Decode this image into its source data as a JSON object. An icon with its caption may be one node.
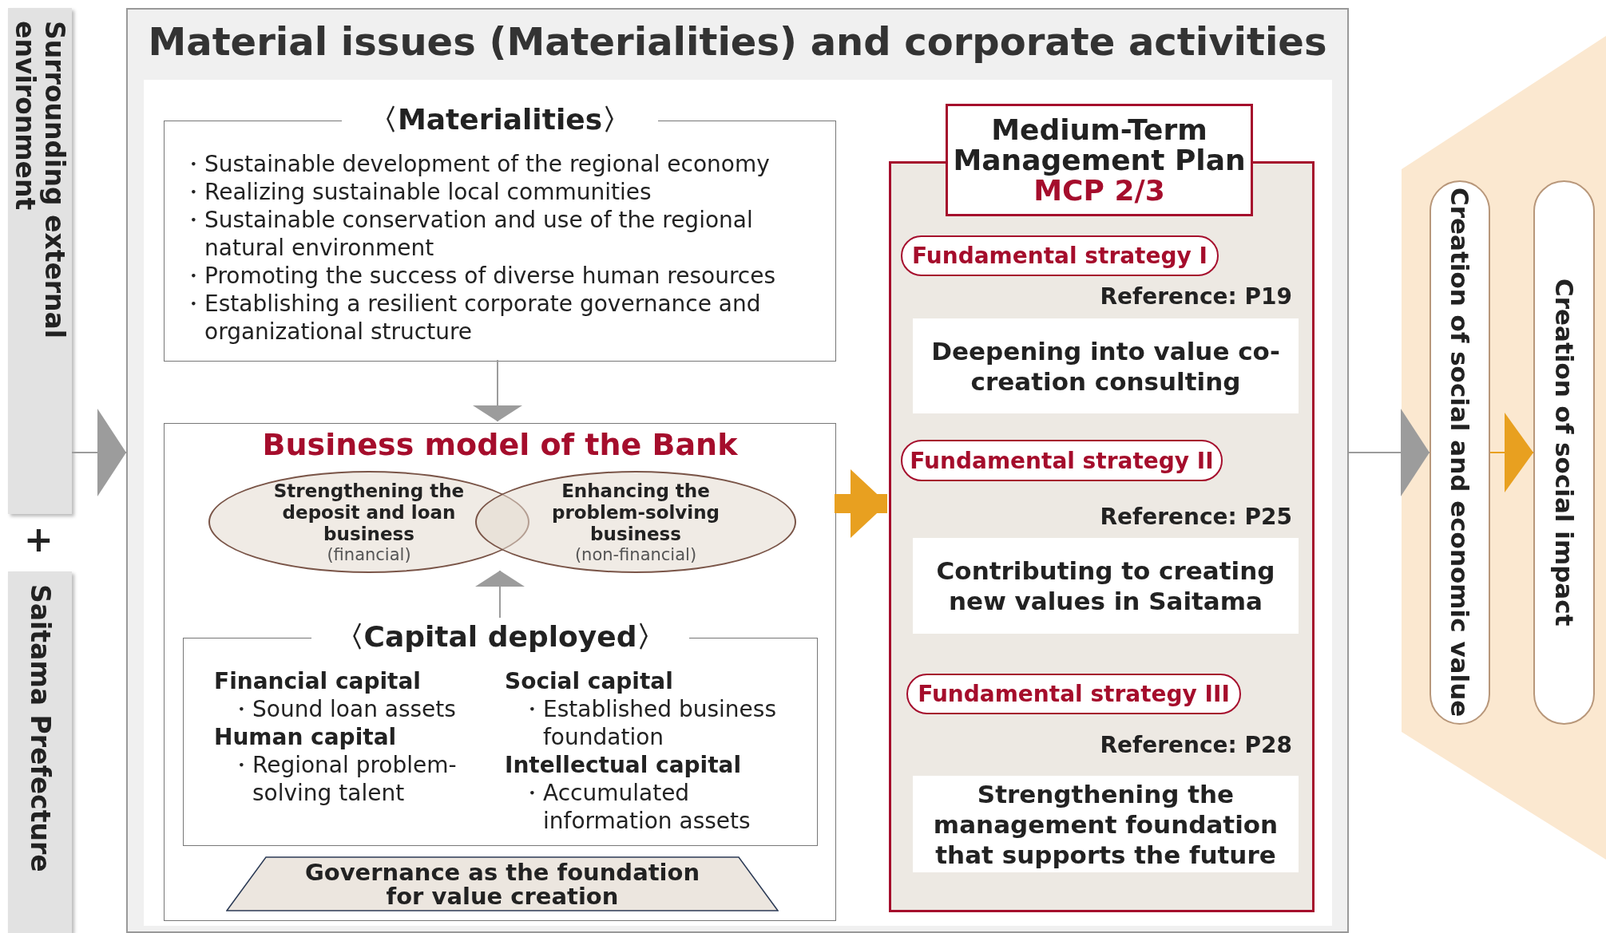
{
  "diagram": {
    "nodes": [
      {
        "text": [
          "Surrounding external environment"
        ]
      },
      {
        "text": [
          "Saitama Prefecture"
        ]
      },
      {
        "text": [
          "Material issues (Materialities) and corporate activities"
        ]
      },
      {
        "text": [
          "〈Materialities〉",
          "・Sustainable development of the regional economy",
          "・Realizing sustainable local communities",
          "・Sustainable conservation and use of the regional natural environment",
          "・Promoting the success of diverse human resources",
          "・Establishing a resilient corporate governance and organizational structure"
        ],
        "in": 2
      },
      {
        "text": [
          "Business model of the Bank"
        ],
        "in": 2
      },
      {
        "text": [
          "Strengthening the deposit and loan business",
          "(financial)"
        ],
        "in": 4
      },
      {
        "text": [
          "Enhancing the problem-solving business",
          "(non-financial)"
        ],
        "in": 4
      },
      {
        "text": [
          "〈Capital deployed〉",
          "Financial capital",
          "・Sound loan assets",
          "Human capital",
          "・Regional problem-solving talent",
          "Social capital",
          "・Established business foundation",
          "Intellectual capital",
          "・Accumulated information assets"
        ],
        "in": 4
      },
      {
        "text": [
          "Governance as the foundation for value creation"
        ],
        "in": 4
      },
      {
        "text": [
          "Medium-Term Management Plan",
          "MCP 2/3"
        ],
        "in": 2
      },
      {
        "text": [
          "Fundamental strategy I"
        ],
        "in": 9
      },
      {
        "text": [
          "Deepening into value co-creation consulting"
        ],
        "in": 9,
        "beside": [
          "Reference: P19"
        ]
      },
      {
        "text": [
          "Fundamental strategy II"
        ],
        "in": 9
      },
      {
        "text": [
          "Contributing to creating new values in Saitama"
        ],
        "in": 9,
        "beside": [
          "Reference: P25"
        ]
      },
      {
        "text": [
          "Fundamental strategy III"
        ],
        "in": 9
      },
      {
        "text": [
          "Strengthening the management foundation that supports the future"
        ],
        "in": 9,
        "beside": [
          "Reference: P28"
        ]
      },
      {
        "text": [
          "Creation of social and economic value"
        ]
      },
      {
        "text": [
          "Creation of social impact"
        ]
      }
    ],
    "edges": [
      {
        "from": 0,
        "to": 2,
        "arrow": "to"
      },
      {
        "from": 3,
        "to": 4,
        "arrow": "to"
      },
      {
        "from": 7,
        "to": 5,
        "arrow": "to"
      },
      {
        "from": 4,
        "to": 9,
        "arrow": "to",
        "style": "thick",
        "color": "#e8a020"
      },
      {
        "from": 2,
        "to": 16,
        "arrow": "to"
      },
      {
        "from": 16,
        "to": 17,
        "arrow": "to",
        "color": "#e8a020"
      }
    ],
    "labels": [
      "+"
    ]
  }
}
